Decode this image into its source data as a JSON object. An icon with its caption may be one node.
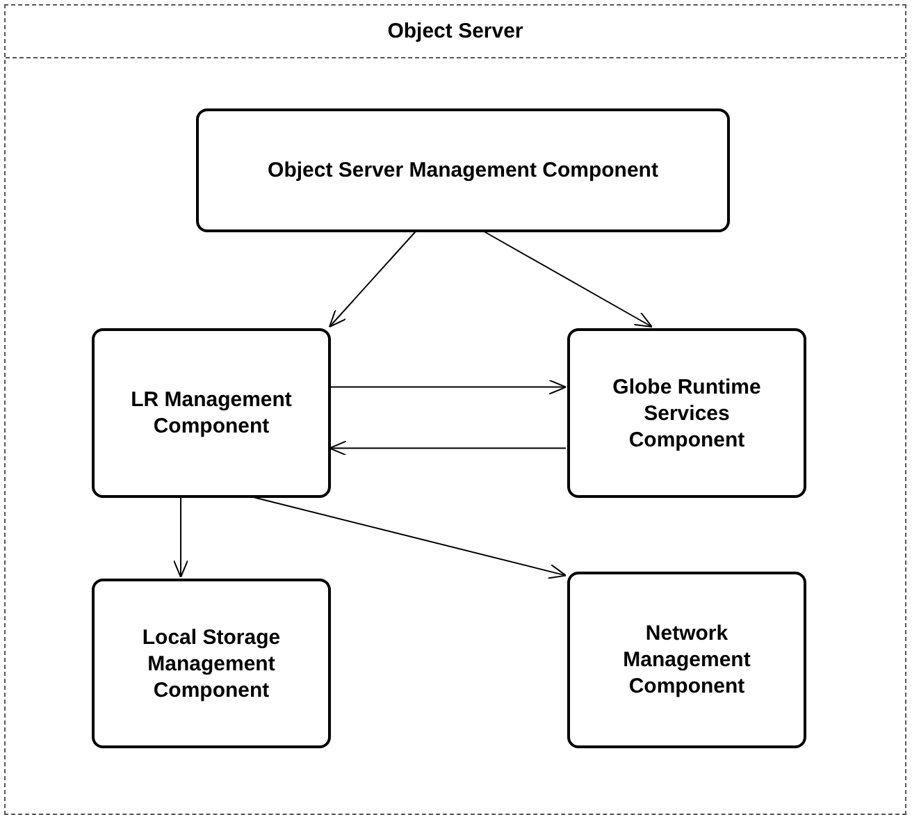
{
  "diagram": {
    "nodes": [
      {
        "text": [
          "Object Server"
        ]
      },
      {
        "text": [
          "Object Server Management Component"
        ],
        "in": 0
      },
      {
        "text": [
          "LR Management Component"
        ],
        "in": 0
      },
      {
        "text": [
          "Globe Runtime Services Component"
        ],
        "in": 0
      },
      {
        "text": [
          "Local Storage Management Component"
        ],
        "in": 0
      },
      {
        "text": [
          "Network Management Component"
        ],
        "in": 0
      }
    ],
    "edges": [
      {
        "from": 1,
        "to": 2,
        "arrow": "to"
      },
      {
        "from": 1,
        "to": 3,
        "arrow": "to"
      },
      {
        "from": 2,
        "to": 3,
        "arrow": "to"
      },
      {
        "from": 3,
        "to": 2,
        "arrow": "to"
      },
      {
        "from": 2,
        "to": 4,
        "arrow": "to"
      },
      {
        "from": 2,
        "to": 5,
        "arrow": "to"
      }
    ]
  }
}
